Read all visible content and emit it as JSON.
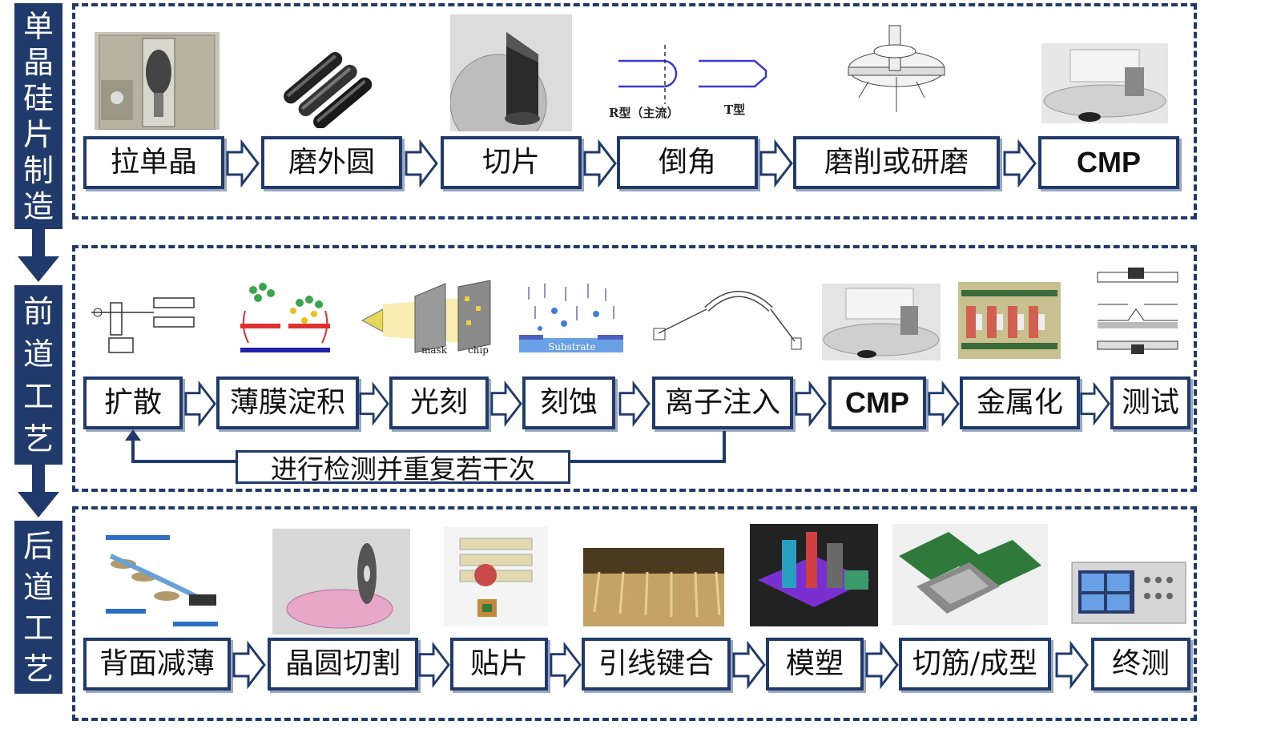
{
  "sections": [
    {
      "title_chars": [
        "单",
        "晶",
        "硅",
        "片",
        "制",
        "造"
      ],
      "steps": [
        "拉单晶",
        "磨外圆",
        "切片",
        "倒角",
        "磨削或研磨",
        "CMP"
      ],
      "chamfer_labels": {
        "r_type": "R型（主流）",
        "t_type": "T型"
      }
    },
    {
      "title_chars": [
        "前",
        "道",
        "工",
        "艺"
      ],
      "steps": [
        "扩散",
        "薄膜淀积",
        "光刻",
        "刻蚀",
        "离子注入",
        "CMP",
        "金属化",
        "测试"
      ],
      "loop_label": "进行检测并重复若干次",
      "litho_labels": {
        "mask": "mask",
        "chip": "chip"
      },
      "etch_label": "Substrate"
    },
    {
      "title_chars": [
        "后",
        "道",
        "工",
        "艺"
      ],
      "steps": [
        "背面减薄",
        "晶圆切割",
        "贴片",
        "引线键合",
        "模塑",
        "切筋/成型",
        "终测"
      ]
    }
  ],
  "colors": {
    "navy": "#1f3a6b",
    "shadow": "#9aa7bd"
  },
  "icons": [
    "down-arrow-icon",
    "right-arrow-icon"
  ]
}
